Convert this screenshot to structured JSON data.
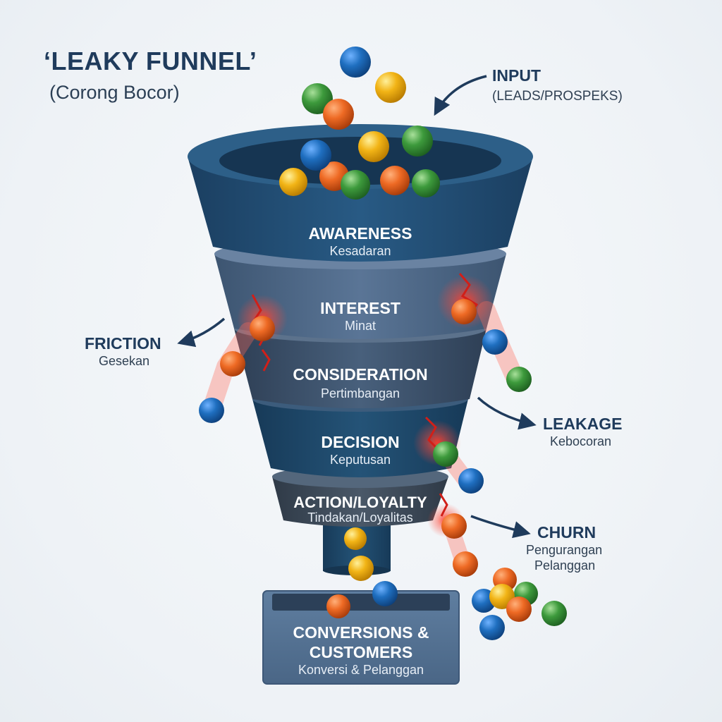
{
  "title": "‘LEAKY FUNNEL’",
  "subtitle": "(Corong Bocor)",
  "annotations": {
    "input": {
      "label": "INPUT",
      "sub": "(LEADS/PROSPEKS)"
    },
    "friction": {
      "label": "FRICTION",
      "sub": "Gesekan"
    },
    "leakage": {
      "label": "LEAKAGE",
      "sub": "Kebocoran"
    },
    "churn": {
      "label": "CHURN",
      "sub_line1": "Pengurangan",
      "sub_line2": "Pelanggan"
    }
  },
  "stages": [
    {
      "label": "AWARENESS",
      "sub": "Kesadaran"
    },
    {
      "label": "INTEREST",
      "sub": "Minat"
    },
    {
      "label": "CONSIDERATION",
      "sub": "Pertimbangan"
    },
    {
      "label": "DECISION",
      "sub": "Keputusan"
    },
    {
      "label": "ACTION/LOYALTY",
      "sub": "Tindakan/Loyalitas"
    }
  ],
  "output": {
    "label_line1": "CONVERSIONS &",
    "label_line2": "CUSTOMERS",
    "sub": "Konversi & Pelanggan"
  },
  "colors": {
    "funnel_dark": "#1e4a6e",
    "funnel_mid": "#46617f",
    "funnel_slate": "#3a4d63",
    "leak_red": "#e23a2f",
    "ball_blue": "#1f6fc0",
    "ball_yellow": "#f2b416",
    "ball_green": "#3d9a3c",
    "ball_orange": "#ee6a24"
  }
}
